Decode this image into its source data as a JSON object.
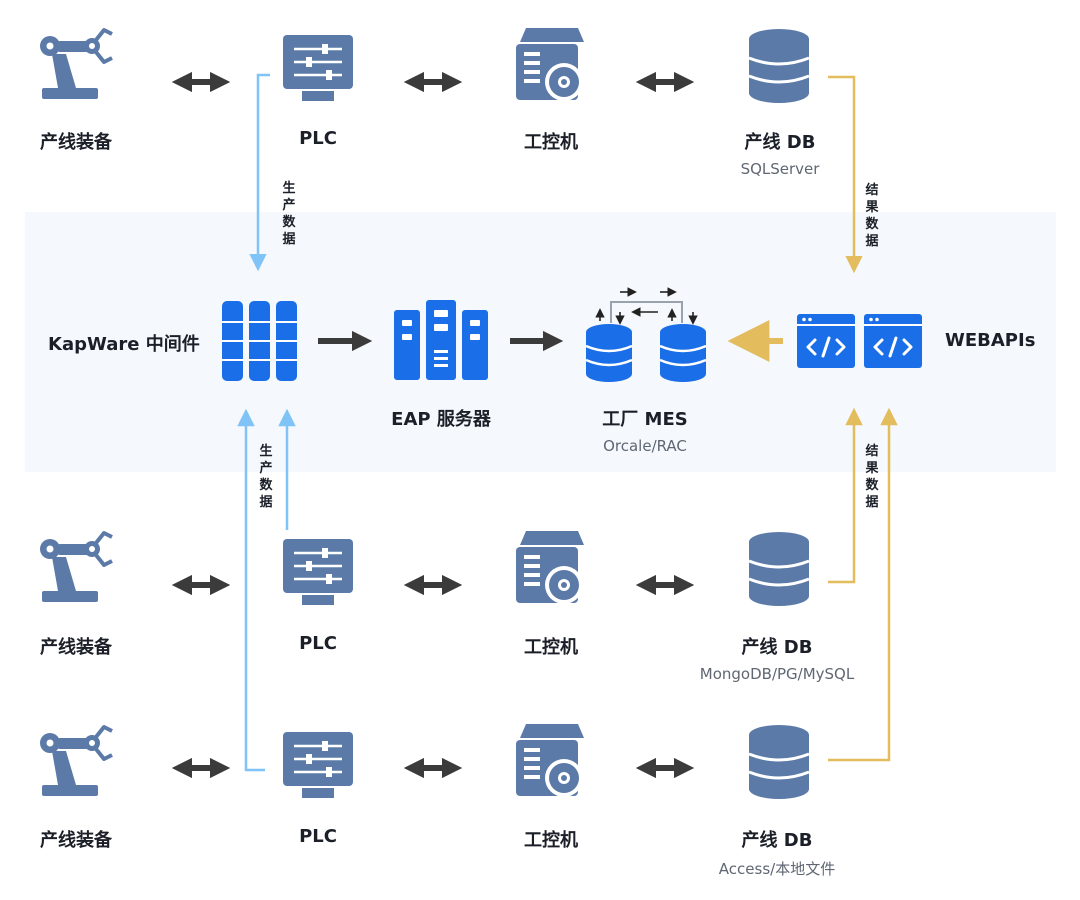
{
  "rows": [
    {
      "equipment_label": "产线装备",
      "plc_label": "PLC",
      "ipc_label": "工控机",
      "db_label": "产线 DB",
      "db_sub": "SQLServer"
    },
    {
      "equipment_label": "产线装备",
      "plc_label": "PLC",
      "ipc_label": "工控机",
      "db_label": "产线 DB",
      "db_sub": "MongoDB/PG/MySQL"
    },
    {
      "equipment_label": "产线装备",
      "plc_label": "PLC",
      "ipc_label": "工控机",
      "db_label": "产线 DB",
      "db_sub": "Access/本地文件"
    }
  ],
  "center": {
    "kapware_label": "KapWare 中间件",
    "eap_label": "EAP 服务器",
    "mes_label": "工厂 MES",
    "mes_sub": "Orcale/RAC",
    "webapi_label": "WEBAPIs"
  },
  "flows": {
    "production_data_top": [
      "生",
      "产",
      "数",
      "据"
    ],
    "production_data_bottom": [
      "生",
      "产",
      "数",
      "据"
    ],
    "result_data_top": [
      "结",
      "果",
      "数",
      "据"
    ],
    "result_data_bottom": [
      "结",
      "果",
      "数",
      "据"
    ]
  },
  "colors": {
    "device_icon": "#5b7aa8",
    "center_icon": "#1a6ee8",
    "production_flow": "#7fc3f7",
    "result_flow": "#e3bd5d",
    "connector": "#3b3b3b",
    "band": "#f5f8fc"
  },
  "icons": {
    "equipment": "robot-arm-icon",
    "plc": "plc-controller-icon",
    "ipc": "industrial-pc-icon",
    "db": "database-icon",
    "kapware": "middleware-icon",
    "eap": "server-rack-icon",
    "mes": "replicated-database-icon",
    "webapi": "api-code-icon"
  }
}
